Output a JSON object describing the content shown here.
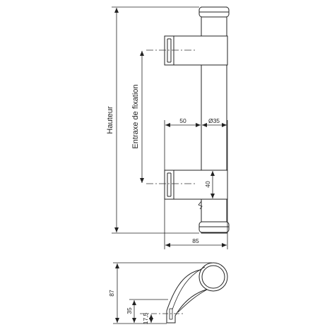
{
  "diagram": {
    "labels": {
      "height": "Hauteur",
      "fixing_center": "Entraxe de fixation",
      "bracket_offset": "50",
      "tube_diameter": "Ø35",
      "clamp_height": "40",
      "total_depth": "85",
      "side_height": "87",
      "side_mid": "35",
      "side_small": "17,5"
    }
  }
}
